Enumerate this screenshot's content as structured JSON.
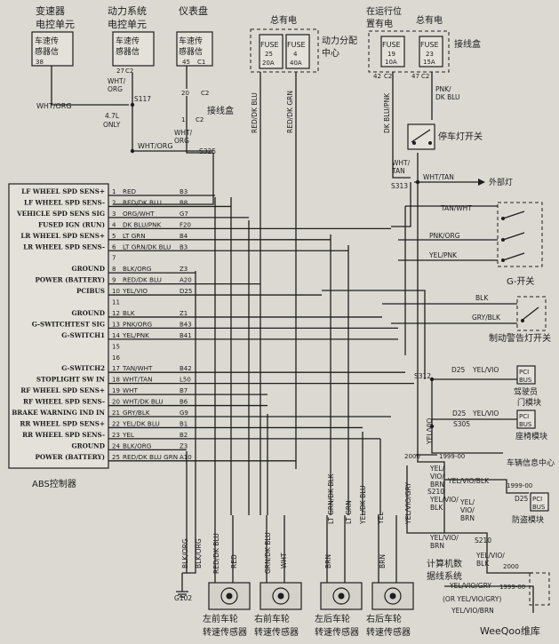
{
  "modules": {
    "trans": {
      "title1": "变速器",
      "title2": "电控单元",
      "inner1": "车速传",
      "inner2": "感器信",
      "pin": "38"
    },
    "pcm": {
      "title1": "动力系统",
      "title2": "电控单元",
      "inner1": "车速传",
      "inner2": "感器信",
      "pin": "27",
      "conn": "C2"
    },
    "cluster": {
      "title1": "仪表盘",
      "inner1": "车速传",
      "inner2": "感器信",
      "pin": "45",
      "conn": "C1"
    }
  },
  "fuse_center": {
    "hot": "总有电",
    "label": "动力分配",
    "label2": "中心",
    "fuse_a": "FUSE",
    "fuse_a_no": "25",
    "fuse_a_amp": "20A",
    "fuse_b": "FUSE",
    "fuse_b_no": "4",
    "fuse_b_amp": "40A"
  },
  "junction": {
    "hot_run": "在运行位",
    "hot_run2": "置有电",
    "hot_always": "总有电",
    "label": "接线盒",
    "fuse_c": "FUSE",
    "fuse_c_no": "19",
    "fuse_c_amp": "10A",
    "fuse_d": "FUSE",
    "fuse_d_no": "23",
    "fuse_d_amp": "15A",
    "pin_c": "42",
    "conn_c": "C2",
    "pin_d": "47",
    "conn_d": "C2"
  },
  "labels": {
    "wht_org_1": "WHT/ORG",
    "wht_org_2": "WHT/",
    "org": "ORG",
    "s117": "S117",
    "opt_47l": "4.7L",
    "only": "ONLY",
    "c2_pin": "20",
    "c2": "C2",
    "jbox": "接线盒",
    "c2b": "C2",
    "pin1": "1",
    "wht_org_3": "WHT/",
    "org_3": "ORG",
    "s325": "S325",
    "wht_org_4": "WHT/ORG",
    "red_dk_blu_v": "RED/DK BLU",
    "red_dk_grn_v": "RED/DK GRN",
    "dk_blu_pnk_v": "DK BLU/PNK",
    "pnk_dk_blu_1": "PNK/",
    "pnk_dk_blu_2": "DK BLU",
    "brake_switch": "停车灯开关",
    "wht_tan_1": "WHT/",
    "wht_tan_2": "TAN",
    "s313": "S313",
    "wht_tan_3": "WHT/TAN",
    "ext_light": "外部灯",
    "tan_wht": "TAN/WHT",
    "pnk_org": "PNK/ORG",
    "yel_pnk": "YEL/PNK",
    "g_switch": "G-开关",
    "blk": "BLK",
    "gry_blk": "GRY/BLK",
    "brake_warn_sw": "制动警告灯开关",
    "s312": "S312",
    "d25_a": "D25",
    "yel_vio_a": "YEL/VIO",
    "pci_a": "PCI",
    "bus_a": "BUS",
    "driver_door": "驾驶员",
    "door_mod": "门模块",
    "d25_b": "D25",
    "yel_vio_b": "YEL/VIO",
    "pci_b": "PCI",
    "bus_b": "BUS",
    "s305": "S305",
    "seat_mod": "座椅模块",
    "vehicle_info": "车辆信息中心",
    "yel_vio_vert": "YEL/VIO",
    "yr2000_a": "2000",
    "yr1999_a": "1999-00",
    "yel_vio_brn_1": "YEL/",
    "yel_vio_brn_2": "VIO/",
    "yel_vio_brn_3": "BRN",
    "s210": "S210",
    "yel_vio_blk": "YEL/VIO/BLK",
    "yel_vio_blk_2": "YEL/VIO/",
    "blk_2": "BLK",
    "yr1999_b": "1999-00",
    "d25_c": "D25",
    "pci_c": "PCI",
    "bus_c": "BUS",
    "theft_mod": "防盗模块",
    "yel_vio_brn_l": "YEL/",
    "vio_l": "VIO/",
    "brn_l": "BRN",
    "yel_vio_gry": "YEL/VIO/GRY",
    "yel_vio_brn_r1": "YEL/VIO/",
    "brn_r1": "BRN",
    "s210b": "S210",
    "yel_vio_2": "YEL/VIO/",
    "blk_3": "BLK",
    "yr2000_b": "2000",
    "computer_1": "计算机数",
    "computer_2": "据线系统",
    "yr1999_c": "1999-00",
    "yel_vio_gry_2": "YEL/VIO/GRY",
    "or_yel_vio_gry": "(OR YEL/VIO/GRY)",
    "yel_vio_brn_bot": "YEL/VIO/BRN",
    "abs_title": "ABS控制器",
    "g102": "G102",
    "blk_org_1": "BLK/ORG",
    "blk_org_2": "BLK/ORG",
    "red_dk_blu_s": "RED/DK BLU",
    "red_s": "RED",
    "grn_dk_blu_s": "GRN/DK BLU",
    "wht_s": "WHT",
    "brn_s": "BRN",
    "lt_grn_dk_blk": "LT GRN/DK BLK",
    "lt_grn_s": "LT GRN",
    "brn_s2": "BRN",
    "yel_dk_blu_s": "YEL/DK BLU",
    "yel_s": "YEL",
    "yel_vio_gry_v": "YEL/VIO/GRY",
    "s_num1": "1",
    "s_num2": "2",
    "watermark": "WeeQoo维库"
  },
  "sensors": [
    {
      "line1": "左前车轮",
      "line2": "转速传感器"
    },
    {
      "line1": "右前车轮",
      "line2": "转速传感器"
    },
    {
      "line1": "左后车轮",
      "line2": "转速传感器"
    },
    {
      "line1": "右后车轮",
      "line2": "转速传感器"
    }
  ],
  "abs_pins": [
    {
      "func": "LF WHEEL SPD SENS+",
      "n": "1",
      "wire": "RED",
      "code": "B3"
    },
    {
      "func": "LF WHEEL SPD SENS-",
      "n": "2",
      "wire": "RED/DK BLU",
      "code": "B8"
    },
    {
      "func": "VEHICLE SPD SENS SIG",
      "n": "3",
      "wire": "ORG/WHT",
      "code": "G7"
    },
    {
      "func": "FUSED IGN (RUN)",
      "n": "4",
      "wire": "DK BLU/PNK",
      "code": "F20"
    },
    {
      "func": "LR WHEEL SPD SENS+",
      "n": "5",
      "wire": "LT GRN",
      "code": "B4"
    },
    {
      "func": "LR WHEEL SPD SENS-",
      "n": "6",
      "wire": "LT GRN/DK BLU",
      "code": "B3"
    },
    {
      "func": "",
      "n": "7",
      "wire": "",
      "code": ""
    },
    {
      "func": "GROUND",
      "n": "8",
      "wire": "BLK/ORG",
      "code": "Z3"
    },
    {
      "func": "POWER (BATTERY)",
      "n": "9",
      "wire": "RED/DK BLU",
      "code": "A20"
    },
    {
      "func": "PCIBUS",
      "n": "10",
      "wire": "YEL/VIO",
      "code": "D25"
    },
    {
      "func": "",
      "n": "11",
      "wire": "",
      "code": ""
    },
    {
      "func": "GROUND",
      "n": "12",
      "wire": "BLK",
      "code": "Z1"
    },
    {
      "func": "G-SWITCHTEST SIG",
      "n": "13",
      "wire": "PNK/ORG",
      "code": "B43"
    },
    {
      "func": "G-SWITCH1",
      "n": "14",
      "wire": "YEL/PNK",
      "code": "B41"
    },
    {
      "func": "",
      "n": "15",
      "wire": "",
      "code": ""
    },
    {
      "func": "",
      "n": "16",
      "wire": "",
      "code": ""
    },
    {
      "func": "G-SWITCH2",
      "n": "17",
      "wire": "TAN/WHT",
      "code": "B42"
    },
    {
      "func": "STOPLIGHT SW IN",
      "n": "18",
      "wire": "WHT/TAN",
      "code": "L50"
    },
    {
      "func": "RF WHEEL SPD SENS+",
      "n": "19",
      "wire": "WHT",
      "code": "B7"
    },
    {
      "func": "RF WHEEL SPD SENS-",
      "n": "20",
      "wire": "WHT/DK BLU",
      "code": "B6"
    },
    {
      "func": "BRAKE WARNING IND IN",
      "n": "21",
      "wire": "GRY/BLK",
      "code": "G9"
    },
    {
      "func": "RR WHEEL SPD SENS+",
      "n": "22",
      "wire": "YEL/DK BLU",
      "code": "B1"
    },
    {
      "func": "RR WHEEL SPD SENS-",
      "n": "23",
      "wire": "YEL",
      "code": "B2"
    },
    {
      "func": "GROUND",
      "n": "24",
      "wire": "BLK/ORG",
      "code": "Z3"
    },
    {
      "func": "POWER (BATTERY)",
      "n": "25",
      "wire": "RED/DK BLU GRN",
      "code": "A10"
    }
  ]
}
